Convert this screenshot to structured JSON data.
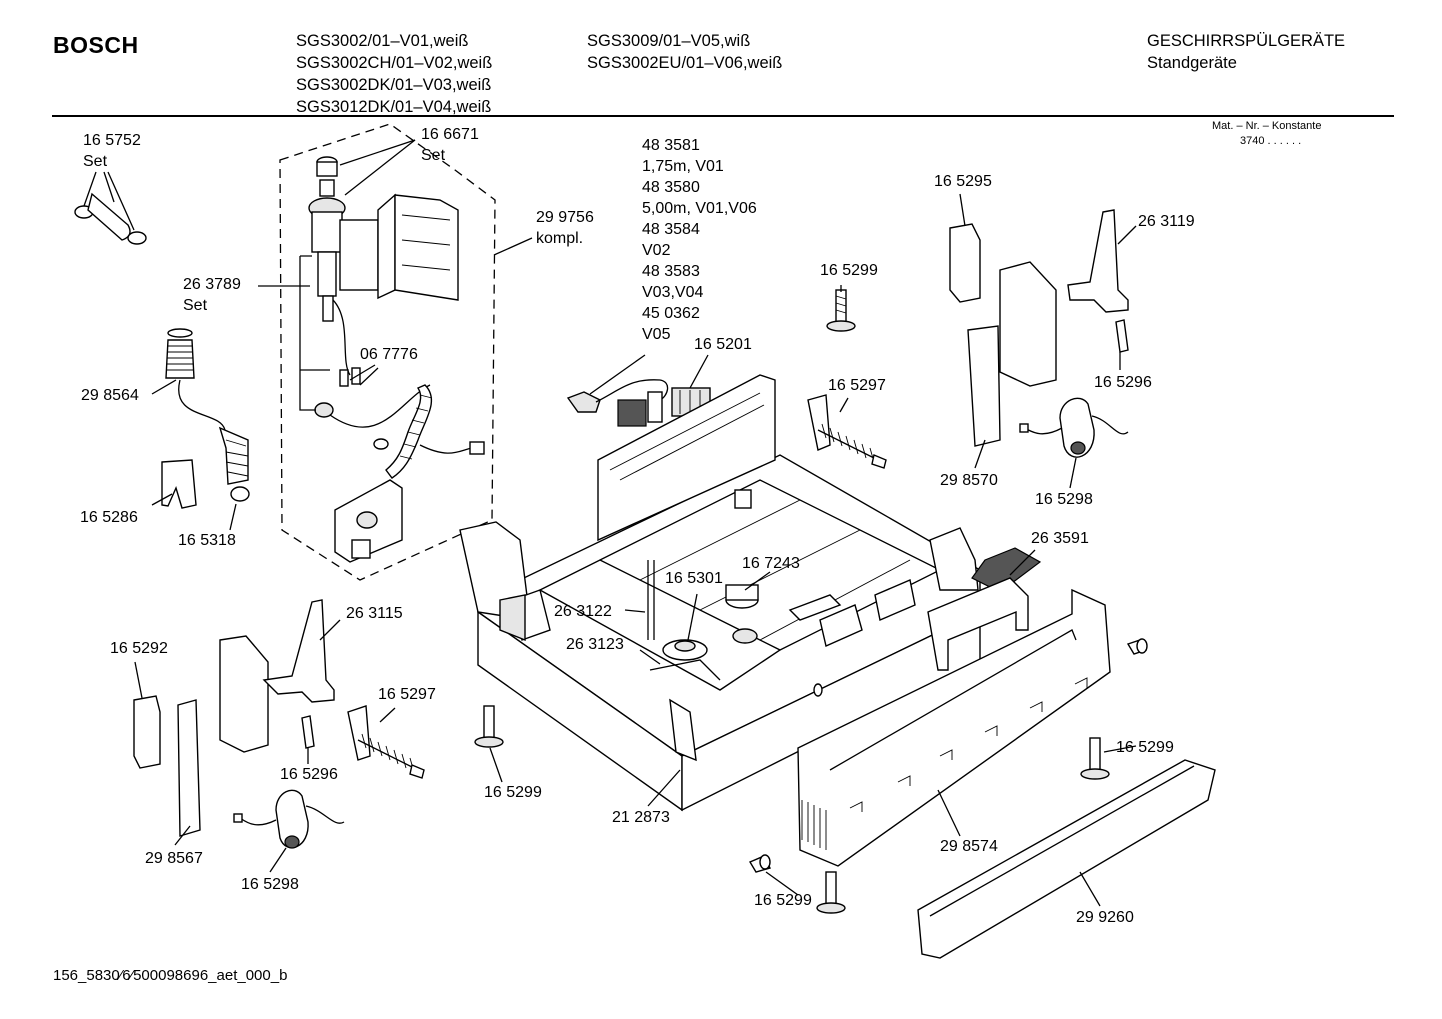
{
  "header": {
    "brand": "BOSCH",
    "models_left": [
      "SGS3002/01–V01,weiß",
      "SGS3002CH/01–V02,weiß",
      "SGS3002DK/01–V03,weiß",
      "SGS3012DK/01–V04,weiß"
    ],
    "models_right": [
      "SGS3009/01–V05,wiß",
      "SGS3002EU/01–V06,weiß"
    ],
    "category": "GESCHIRRSPÜLGERÄTE",
    "subcategory": "Standgeräte",
    "mat_label": "Mat. – Nr. – Konstante",
    "mat_code": "3740 . . . . . ."
  },
  "parts": {
    "p165752": [
      "16 5752",
      "Set"
    ],
    "p166671": [
      "16 6671",
      "Set"
    ],
    "p299756": [
      "29 9756",
      "kompl."
    ],
    "p263789": [
      "26 3789",
      "Set"
    ],
    "p298564": [
      "29 8564"
    ],
    "p067776": [
      "06 7776"
    ],
    "p165286": [
      "16 5286"
    ],
    "p165318": [
      "16 5318"
    ],
    "p483581": [
      "48 3581",
      "1,75m, V01",
      "48 3580",
      "5,00m, V01,V06",
      "48 3584",
      "V02",
      "48 3583",
      "V03,V04",
      "45 0362",
      "V05"
    ],
    "p165201": [
      "16 5201"
    ],
    "p165299a": [
      "16 5299"
    ],
    "p165297a": [
      "16 5297"
    ],
    "p165295": [
      "16 5295"
    ],
    "p263119": [
      "26 3119"
    ],
    "p165296a": [
      "16 5296"
    ],
    "p298570": [
      "29 8570"
    ],
    "p165298a": [
      "16 5298"
    ],
    "p263591": [
      "26 3591"
    ],
    "p167243": [
      "16 7243"
    ],
    "p165301": [
      "16 5301"
    ],
    "p263122": [
      "26 3122"
    ],
    "p263123": [
      "26 3123"
    ],
    "p263115": [
      "26 3115"
    ],
    "p165292": [
      "16 5292"
    ],
    "p165297b": [
      "16 5297"
    ],
    "p165296b": [
      "16 5296"
    ],
    "p165299b": [
      "16 5299"
    ],
    "p212873": [
      "21 2873"
    ],
    "p298567": [
      "29 8567"
    ],
    "p165298b": [
      "16 5298"
    ],
    "p165299c": [
      "16 5299"
    ],
    "p298574": [
      "29 8574"
    ],
    "p165299d": [
      "16 5299"
    ],
    "p299260": [
      "29 9260"
    ]
  },
  "footer": {
    "doc_id": "156_5830⁄6⁄500098696_aet_000_b"
  }
}
